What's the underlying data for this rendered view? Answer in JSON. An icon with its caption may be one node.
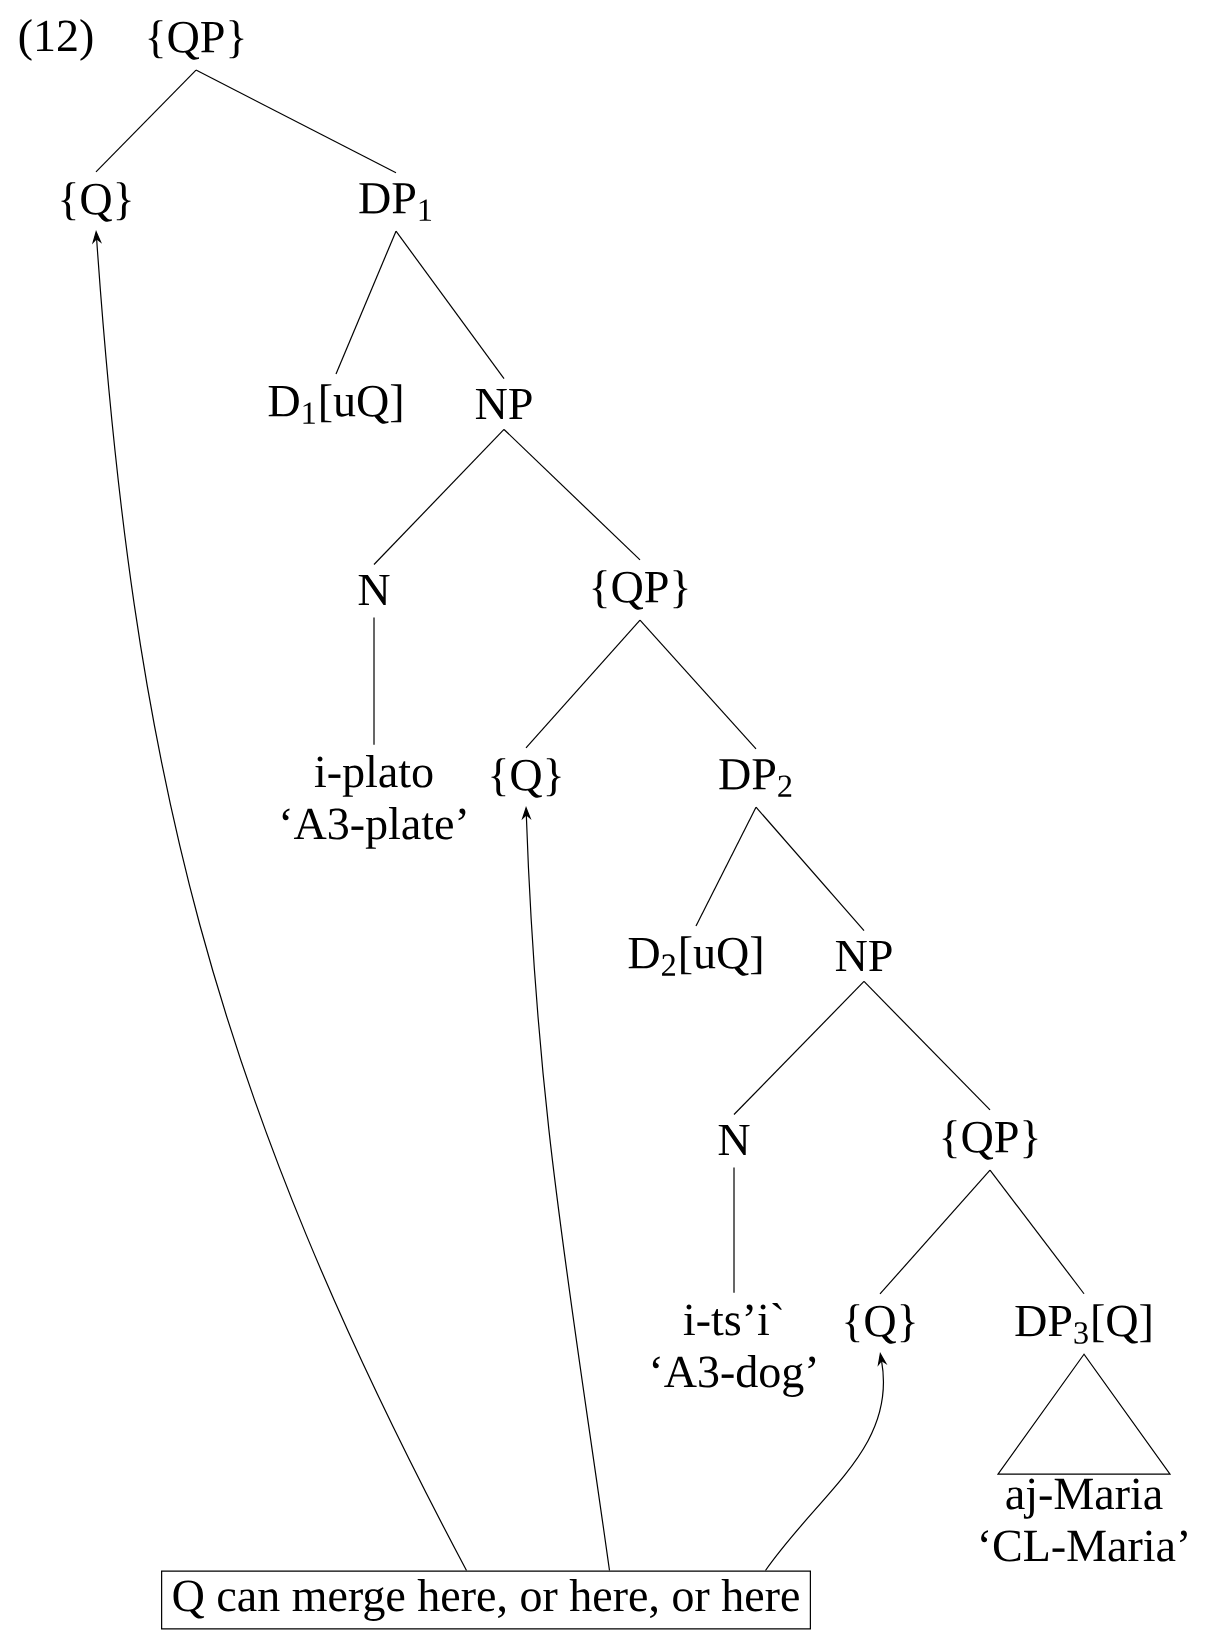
{
  "diagram": {
    "nodes": [
      {
        "text": [
          "{QP}"
        ]
      },
      {
        "text": [
          "{Q}"
        ]
      },
      {
        "text": [
          "DP$_{1}$"
        ]
      },
      {
        "text": [
          "D$_{1}$[uQ]"
        ]
      },
      {
        "text": [
          "NP"
        ]
      },
      {
        "text": [
          "N"
        ]
      },
      {
        "text": [
          "{QP}"
        ]
      },
      {
        "text": [
          "i-plato",
          "‘A3-plate’"
        ]
      },
      {
        "text": [
          "{Q}"
        ]
      },
      {
        "text": [
          "DP$_{2}$"
        ]
      },
      {
        "text": [
          "D$_{2}$[uQ]"
        ]
      },
      {
        "text": [
          "NP"
        ]
      },
      {
        "text": [
          "N"
        ]
      },
      {
        "text": [
          "{QP}"
        ]
      },
      {
        "text": [
          "i-ts’i`",
          "‘A3-dog’"
        ]
      },
      {
        "text": [
          "{Q}"
        ]
      },
      {
        "text": [
          "DP$_{3}$[Q]"
        ]
      },
      {
        "text": [
          "aj-Maria",
          "‘CL-Maria’"
        ]
      },
      {
        "text": [
          "Q can merge here, or here, or here"
        ]
      }
    ],
    "edges": [
      {
        "from": 0,
        "to": 1,
        "arrow": "none"
      },
      {
        "from": 0,
        "to": 2,
        "arrow": "none"
      },
      {
        "from": 2,
        "to": 3,
        "arrow": "none"
      },
      {
        "from": 2,
        "to": 4,
        "arrow": "none"
      },
      {
        "from": 4,
        "to": 5,
        "arrow": "none"
      },
      {
        "from": 4,
        "to": 6,
        "arrow": "none"
      },
      {
        "from": 5,
        "to": 7,
        "arrow": "none"
      },
      {
        "from": 6,
        "to": 8,
        "arrow": "none"
      },
      {
        "from": 6,
        "to": 9,
        "arrow": "none"
      },
      {
        "from": 9,
        "to": 10,
        "arrow": "none"
      },
      {
        "from": 9,
        "to": 11,
        "arrow": "none"
      },
      {
        "from": 11,
        "to": 12,
        "arrow": "none"
      },
      {
        "from": 11,
        "to": 13,
        "arrow": "none"
      },
      {
        "from": 12,
        "to": 14,
        "arrow": "none"
      },
      {
        "from": 13,
        "to": 15,
        "arrow": "none"
      },
      {
        "from": 13,
        "to": 16,
        "arrow": "none"
      },
      {
        "from": 16,
        "to": 17,
        "arrow": "none"
      },
      {
        "from": 18,
        "to": 1,
        "arrow": "to"
      },
      {
        "from": 18,
        "to": 8,
        "arrow": "to"
      },
      {
        "from": 18,
        "to": 15,
        "arrow": "to"
      }
    ],
    "labels": [
      "(12)"
    ]
  }
}
